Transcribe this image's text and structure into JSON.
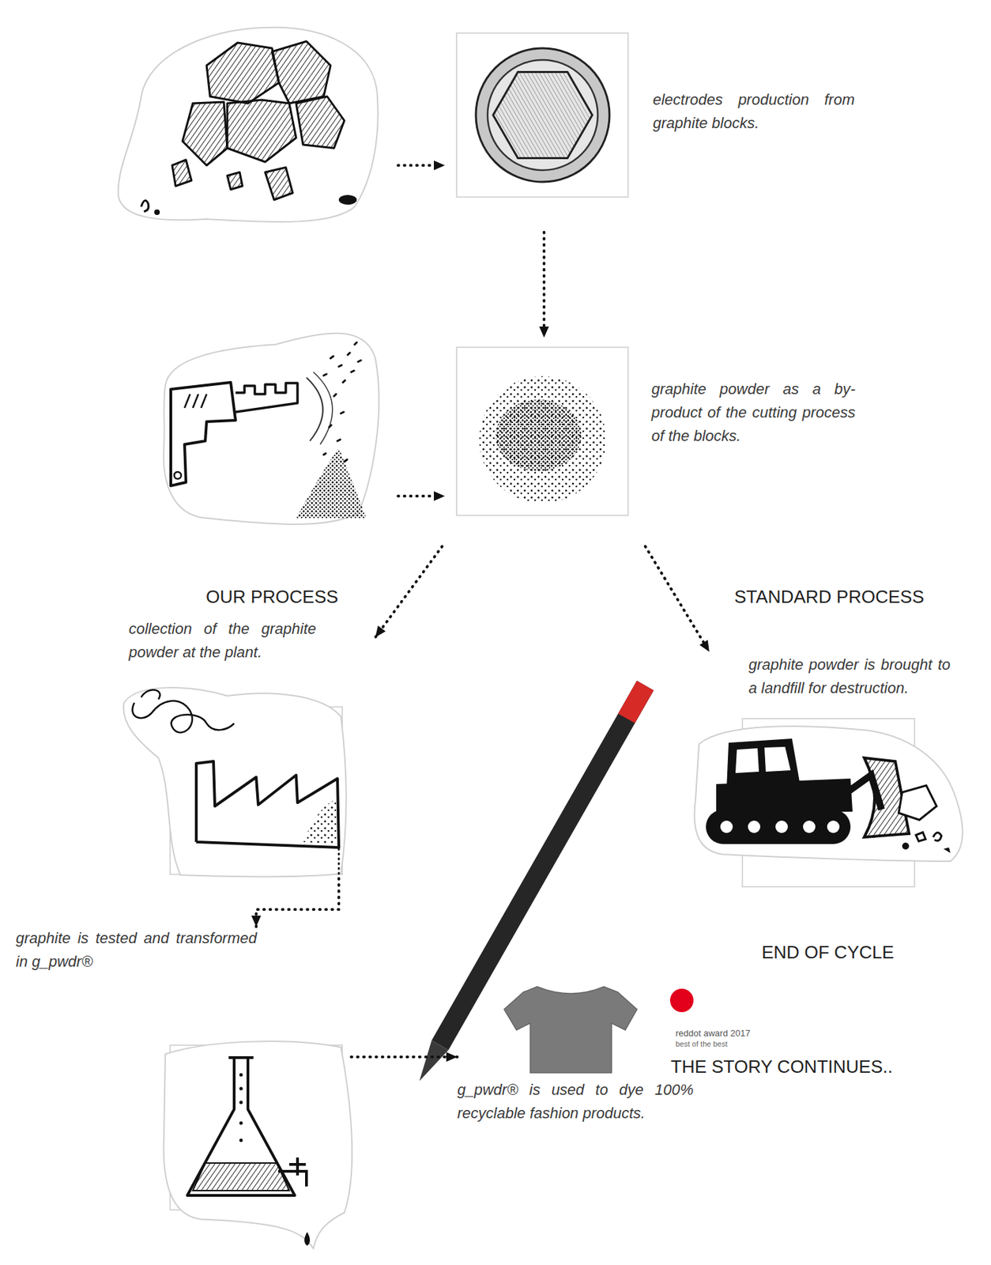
{
  "diagram": {
    "nodes": [
      {
        "text": [
          "electrodes production from graphite blocks."
        ]
      },
      {
        "text": [
          "graphite powder as a by-product of the cutting process of the blocks."
        ]
      },
      {
        "text": [
          "collection of the graphite powder at the plant."
        ]
      },
      {
        "text": [
          "graphite powder is brought to a landfill for destruction."
        ]
      },
      {
        "text": [
          "graphite is tested and transformed in g_pwdr®"
        ]
      },
      {
        "text": [
          "g_pwdr® is used to dye 100% recyclable fashion products."
        ]
      }
    ],
    "edges": [
      {
        "from": 0,
        "to": 1,
        "arrow": "to"
      },
      {
        "from": 1,
        "to": 2,
        "label": "OUR PROCESS",
        "arrow": "to"
      },
      {
        "from": 1,
        "to": 3,
        "label": "STANDARD PROCESS",
        "arrow": "to"
      },
      {
        "from": 2,
        "to": 4,
        "arrow": "to"
      },
      {
        "from": 4,
        "to": 5,
        "arrow": "to"
      }
    ],
    "labels": [
      "reddot award 2017",
      "best of the best",
      "THE STORY CONTINUES..",
      "END OF CYCLE"
    ]
  }
}
